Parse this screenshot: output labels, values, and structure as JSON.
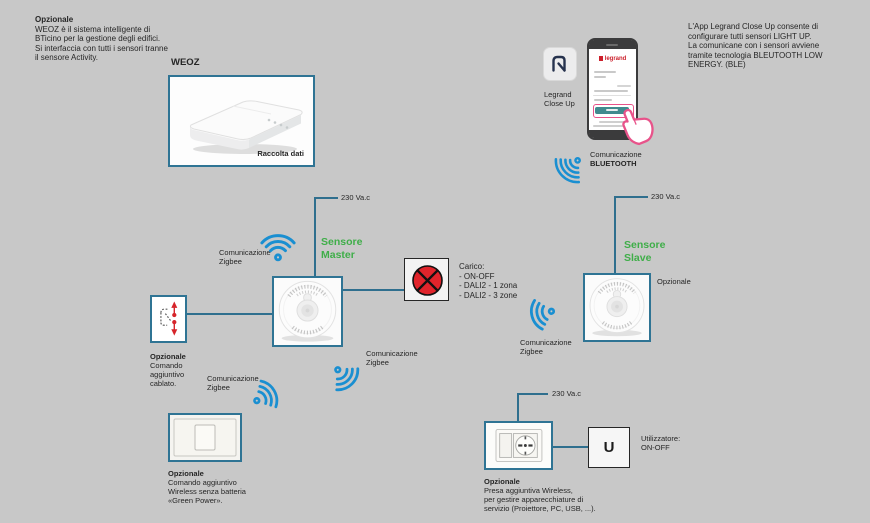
{
  "colors": {
    "background": "#c8c8c8",
    "accent_teal": "#2f7494",
    "signal_blue": "#1a8fd1",
    "sensor_green": "#3fae49",
    "lamp_red": "#e0242b",
    "hand_pink": "#e8538a"
  },
  "intro": {
    "title": "Opzionale",
    "lines": [
      "WEOZ è il sistema intelligente di",
      "BTicino per la gestione degli edifici.",
      "Si interfaccia con tutti i sensori tranne",
      "il sensore Activity."
    ]
  },
  "weoz": {
    "label": "WEOZ",
    "caption": "Raccolta dati"
  },
  "app": {
    "icon_caption": [
      "Legrand",
      "Close Up"
    ],
    "phone_logo": "legrand",
    "description": [
      "L'App Legrand Close Up consente di",
      "configurare tutti sensori LIGHT UP.",
      "La comunicane con i sensori avviene",
      "tramite tecnologia BLEUTOOTH LOW",
      "ENERGY. (BLE)"
    ]
  },
  "bluetooth": {
    "label": [
      "Comunicazione",
      "BLUETOOTH"
    ]
  },
  "master": {
    "power": "230 Va.c",
    "title": [
      "Sensore",
      "Master"
    ],
    "zigbee_top": [
      "Comunicazione",
      "Zigbee"
    ],
    "zigbee_bottom": [
      "Comunicazione",
      "Zigbee"
    ],
    "zigbee_left": [
      "Comunicazione",
      "Zigbee"
    ],
    "load": {
      "title": "Carico:",
      "items": [
        "- ON-OFF",
        "- DALI2 - 1 zona",
        "- DALI2 - 3 zone"
      ]
    },
    "wired_command": {
      "title": "Opzionale",
      "lines": [
        "Comando",
        "aggiuntivo",
        "cablato."
      ]
    },
    "green_power": {
      "title": "Opzionale",
      "lines": [
        "Comando aggiuntivo",
        "Wireless senza batteria",
        "«Green Power»."
      ]
    }
  },
  "slave": {
    "power": "230 Va.c",
    "title": [
      "Sensore",
      "Slave"
    ],
    "optional": "Opzionale",
    "zigbee": [
      "Comunicazione",
      "Zigbee"
    ]
  },
  "outlet": {
    "power": "230 Va.c",
    "title": "Opzionale",
    "lines": [
      "Presa aggiuntiva Wireless,",
      "per gestire apparecchiature di",
      "servizio (Proiettore, PC, USB, ...)."
    ],
    "user_box": "U",
    "user_label": [
      "Utilizzatore:",
      "ON-OFF"
    ]
  }
}
